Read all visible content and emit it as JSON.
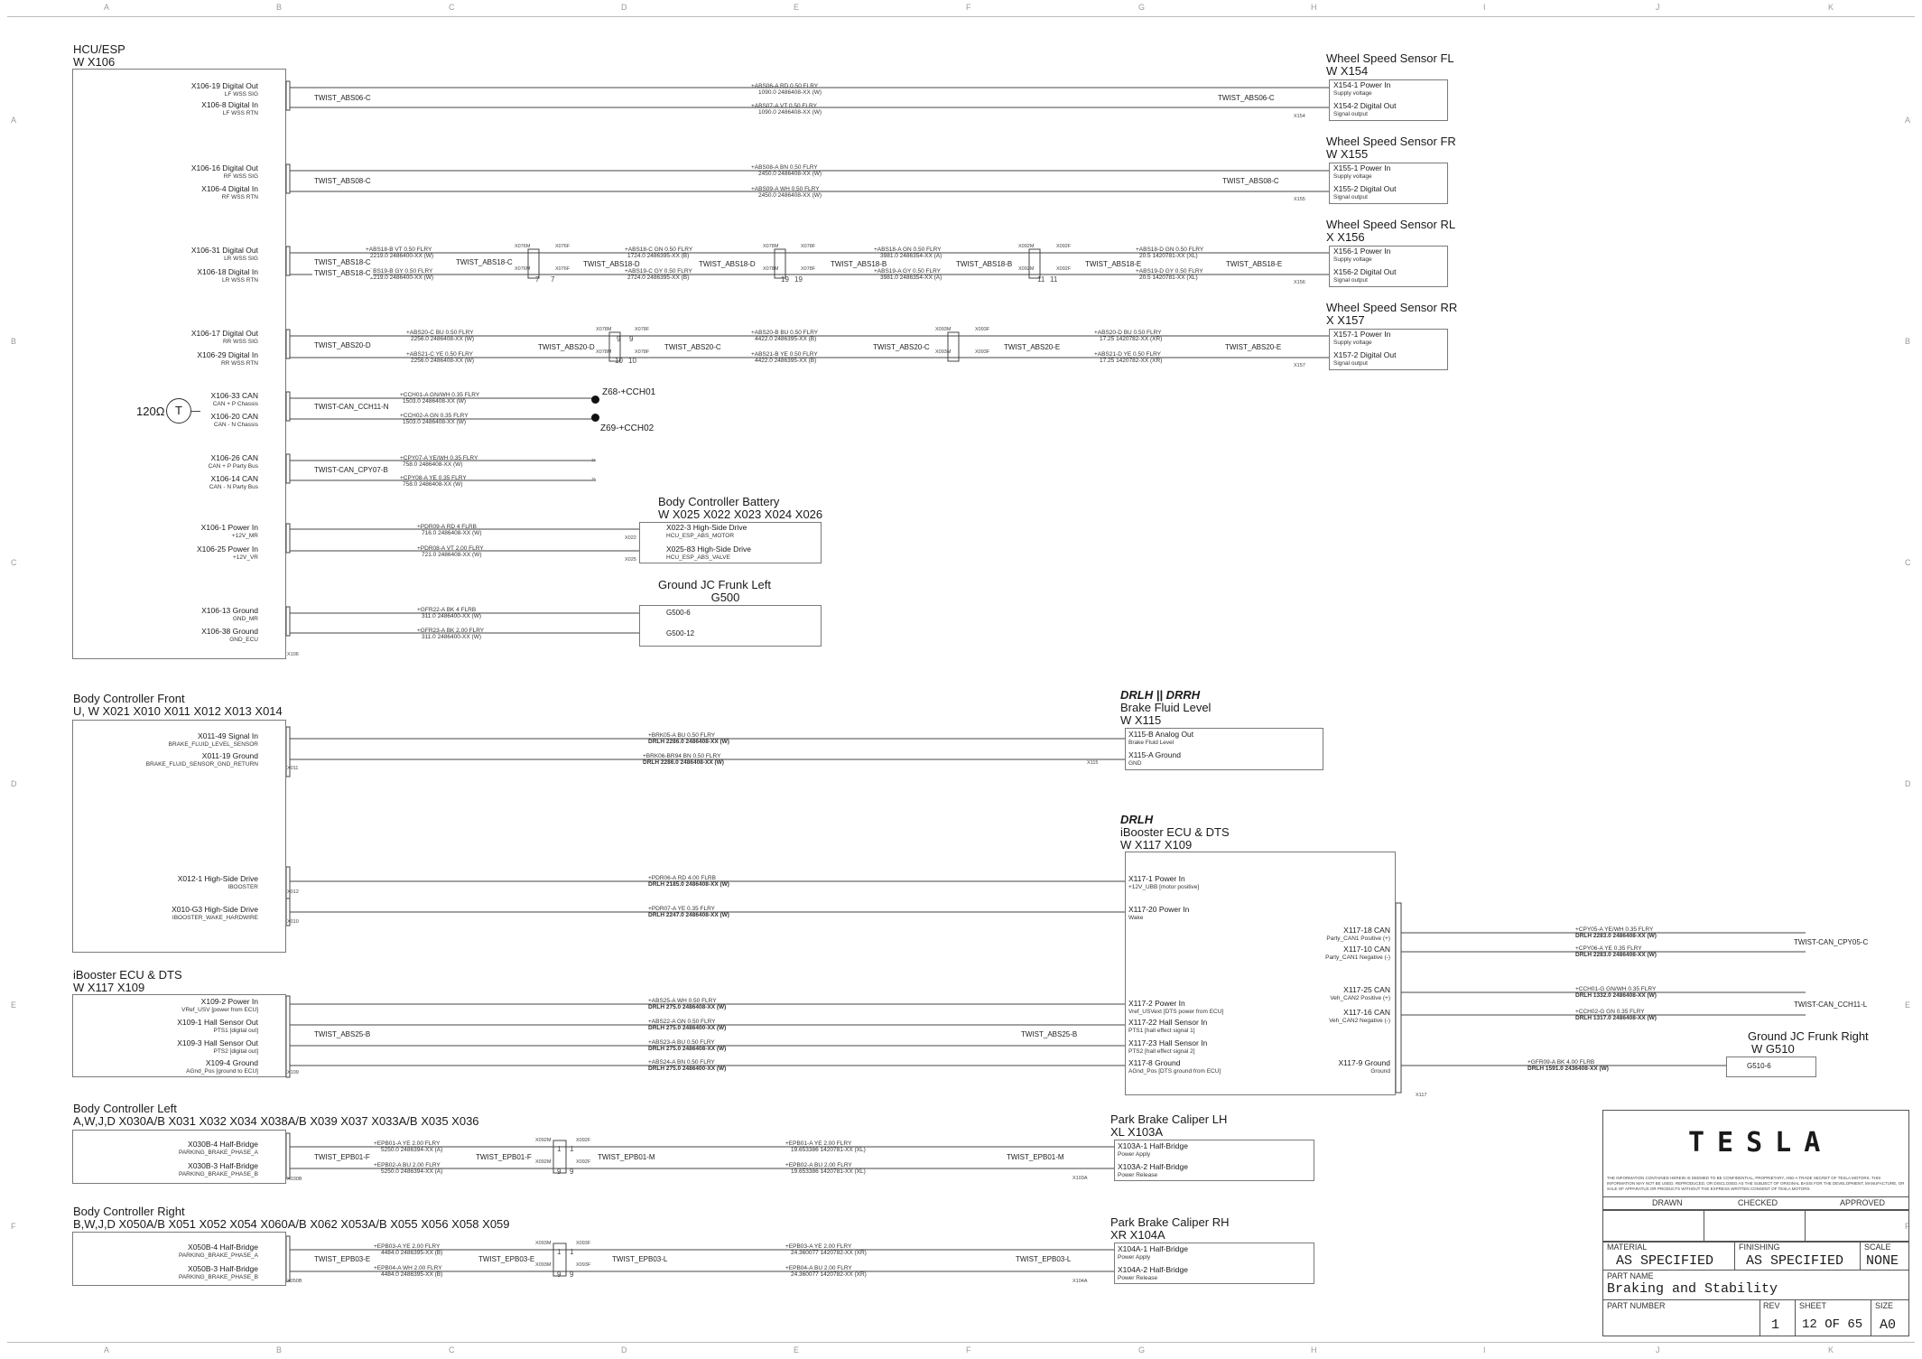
{
  "frame": {
    "grid_top": [
      "A",
      "B",
      "C",
      "D",
      "E",
      "F",
      "G",
      "H",
      "I",
      "J",
      "K"
    ],
    "grid_side": [
      "A",
      "B",
      "C",
      "D",
      "E",
      "F"
    ]
  },
  "hcu": {
    "title": "HCU/ESP",
    "conn": "W      X106",
    "terminator": "120Ω",
    "terminator_symbol": "T",
    "x106_label": "X106",
    "pins": [
      {
        "n": "X106-19 Digital Out",
        "s": "LF WSS SIG"
      },
      {
        "n": "X106-8 Digital In",
        "s": "LF WSS RTN"
      },
      {
        "n": "X106-16 Digital Out",
        "s": "RF WSS SIG"
      },
      {
        "n": "X106-4 Digital In",
        "s": "RF WSS RTN"
      },
      {
        "n": "X106-31 Digital Out",
        "s": "LR WSS SIG"
      },
      {
        "n": "X106-18 Digital In",
        "s": "LR WSS RTN"
      },
      {
        "n": "X106-17 Digital Out",
        "s": "RR WSS SIG"
      },
      {
        "n": "X106-29 Digital In",
        "s": "RR WSS RTN"
      },
      {
        "n": "X106-33 CAN",
        "s": "CAN + P Chassis"
      },
      {
        "n": "X106-20 CAN",
        "s": "CAN - N Chassis"
      },
      {
        "n": "X106-26 CAN",
        "s": "CAN + P Party Bus"
      },
      {
        "n": "X106-14 CAN",
        "s": "CAN - N Party Bus"
      },
      {
        "n": "X106-1 Power In",
        "s": "+12V_MR"
      },
      {
        "n": "X106-25 Power In",
        "s": "+12V_VR"
      },
      {
        "n": "X106-13 Ground",
        "s": "GND_MR"
      },
      {
        "n": "X106-38 Ground",
        "s": "GND_ECU"
      }
    ]
  },
  "wss": [
    {
      "title": "Wheel Speed Sensor FL",
      "conn": "W      X154",
      "p1": "X154-1 Power In",
      "s1": "Supply voltage",
      "p2": "X154-2 Digital Out",
      "s2": "Signal output",
      "cn": "X154"
    },
    {
      "title": "Wheel Speed Sensor FR",
      "conn": "W      X155",
      "p1": "X155-1 Power In",
      "s1": "Supply voltage",
      "p2": "X155-2 Digital Out",
      "s2": "Signal output",
      "cn": "X155"
    },
    {
      "title": "Wheel Speed Sensor RL",
      "conn": "X      X156",
      "p1": "X156-1 Power In",
      "s1": "Supply voltage",
      "p2": "X156-2 Digital Out",
      "s2": "Signal output",
      "cn": "X156"
    },
    {
      "title": "Wheel Speed Sensor RR",
      "conn": "X      X157",
      "p1": "X157-1 Power In",
      "s1": "Supply voltage",
      "p2": "X157-2 Digital Out",
      "s2": "Signal output",
      "cn": "X157"
    }
  ],
  "wires_top": {
    "fl": {
      "l1": "+ABS06-A   RD   0.50   FLRY",
      "l1b": "1090.0     2486408-XX (W)",
      "l2": "+ABS07-A   VT   0.50   FLRY",
      "l2b": "1090.0     2486408-XX (W)",
      "tw": "TWIST_ABS06-C"
    },
    "fr": {
      "l1": "+ABS08-A   BN   0.50   FLRY",
      "l1b": "2450.0     2486408-XX (W)",
      "l2": "+ABS09-A   WH   0.50   FLRY",
      "l2b": "2450.0     2486408-XX (W)",
      "tw": "TWIST_ABS08-C"
    },
    "rl": {
      "a1": "+ABS18-B   VT   0.50   FLRY",
      "a1b": "2219.0   2486400-XX (W)",
      "a2": "+ABS19-B   GY   0.50   FLRY",
      "a2b": "2219.0   2486400-XX (W)",
      "b1": "+ABS18-C   GN   0.50   FLRY",
      "b1b": "1724.0   2486395-XX (B)",
      "b2": "+ABS19-C   GY   0.50   FLRY",
      "b2b": "2724.0   2486395-XX (B)",
      "c1": "+ABS18-A   GN   0.50   FLRY",
      "c1b": "3981.0   2486354-XX (A)",
      "c2": "+ABS19-A   GY   0.50   FLRY",
      "c2b": "3981.0   2486354-XX (A)",
      "d1": "+ABS18-D   GN   0.50   FLRY",
      "d1b": "20.5   1420781-XX (XL)",
      "d2": "+ABS19-D   GY   0.50   FLRY",
      "d2b": "20.5   1420781-XX (XL)",
      "tw1": "TWIST_ABS18-C",
      "tw2": "TWIST_ABS18-C",
      "tw3": "TWIST_ABS18-D",
      "tw4": "TWIST_ABS18-D",
      "tw5": "TWIST_ABS18-B",
      "tw6": "TWIST_ABS18-B",
      "tw7": "TWIST_ABS18-E",
      "tw8": "TWIST_ABS18-E",
      "tw9": "TWIST_ABS18-C",
      "k1": "X076M",
      "k2": "X076F",
      "k3": "X078M",
      "k4": "X078F",
      "k5": "X092M",
      "k6": "X092F",
      "n1": "7",
      "n2": "19",
      "n3": "11"
    },
    "rr": {
      "a1": "+ABS20-C   BU   0.50   FLRY",
      "a1b": "2256.0   2486408-XX (W)",
      "a2": "+ABS21-C   YE   0.50   FLRY",
      "a2b": "2256.0   2486408-XX (W)",
      "b1": "+ABS20-B   BU   0.50   FLRY",
      "b1b": "4422.0   2486395-XX (B)",
      "b2": "+ABS21-B   YE   0.50   FLRY",
      "b2b": "4422.0   2486395-XX (B)",
      "d1": "+ABS20-D   BU   0.50   FLRY",
      "d1b": "17.25   1420782-XX (XR)",
      "d2": "+ABS21-D   YE   0.50   FLRY",
      "d2b": "17.25   1420782-XX (XR)",
      "tw1": "TWIST_ABS20-D",
      "tw2": "TWIST_ABS20-D",
      "tw3": "TWIST_ABS20-C",
      "tw4": "TWIST_ABS20-C",
      "tw5": "TWIST_ABS20-E",
      "tw6": "TWIST_ABS20-E",
      "k1": "X078M",
      "k2": "X078F",
      "k3": "X093M",
      "k4": "X093F",
      "n1": "9",
      "n2": "10",
      "n3": "10"
    },
    "can": {
      "l1": "+CCH01-A   GN/WH   0.35   FLRY",
      "l1b": "1503.0   2486408-XX (W)",
      "l2": "+CCH02-A   GN   0.35   FLRY",
      "l2b": "1503.0   2486408-XX (W)",
      "tw": "TWIST-CAN_CCH11-N",
      "z1": "Z68-+CCH01",
      "z2": "Z69-+CCH02"
    },
    "party": {
      "l1": "+CPY07-A   YE/WH   0.35   FLRY",
      "l1b": "758.0   2486408-XX (W)",
      "l2": "+CPY08-A   YE   0.35   FLRY",
      "l2b": "758.0   2486408-XX (W)",
      "tw": "TWIST-CAN_CPY07-B"
    },
    "power": {
      "l1": "+PDR09-A   RD   4   FLRB",
      "l1b": "716.0   2486408-XX (W)",
      "l2": "+PDR08-A   VT   2.00   FLRY",
      "l2b": "721.0   2486408-XX (W)",
      "k1": "X022",
      "k2": "X025"
    },
    "ground": {
      "l1": "+GFR22-A   BK   4   FLRB",
      "l1b": "311.0   2486400-XX (W)",
      "l2": "+GFR23-A   BK   2.00   FLRY",
      "l2b": "311.0   2486400-XX (W)"
    }
  },
  "bcb": {
    "title": "Body Controller Battery",
    "conn": "W    X025   X022   X023   X024   X026",
    "p1": "X022-3 High-Side Drive",
    "s1": "HCU_ESP_ABS_MOTOR",
    "p2": "X025-83 High-Side Drive",
    "s2": "HCU_ESP_ABS_VALVE"
  },
  "gjfl": {
    "title": "Ground JC Frunk Left",
    "conn": "G500",
    "p1": "G500-6",
    "p2": "G500-12"
  },
  "bcf": {
    "title": "Body Controller Front",
    "conn": "U, W        X021    X010   X011   X012   X013   X014",
    "pins": [
      {
        "n": "X011-49 Signal In",
        "s": "BRAKE_FLUID_LEVEL_SENSOR"
      },
      {
        "n": "X011-19 Ground",
        "s": "BRAKE_FLUID_SENSOR_GND_RETURN"
      },
      {
        "n": "X012-1 High-Side Drive",
        "s": "IBOOSTER"
      },
      {
        "n": "X010-G3 High-Side Drive",
        "s": "IBOOSTER_WAKE_HARDWIRE"
      }
    ],
    "k1": "X011",
    "k2": "X012",
    "k3": "X010",
    "w1": "+BRK05-A   BU   0.50   FLRY",
    "w1b": "DRLH   2286.0   2486408-XX (W)",
    "w2": "+BRK06-BR94   BN   0.50   FLRY",
    "w2b": "DRLH   2286.0   2486408-XX (W)",
    "w3": "+PDR06-A   RD   4.00   FLRB",
    "w3b": "DRLH   2185.0   2486408-XX (W)",
    "w4": "+PDR07-A   YE   0.35   FLRY",
    "w4b": "DRLH   2247.0   2486408-XX (W)"
  },
  "bfl": {
    "tag": "DRLH || DRRH",
    "title": "Brake Fluid Level",
    "conn": "W      X115",
    "p1": "X115-B Analog Out",
    "s1": "Brake Fluid Level",
    "p2": "X115-A Ground",
    "s2": "GND",
    "cn": "X115"
  },
  "ibdts": {
    "tag": "DRLH",
    "title": "iBooster ECU & DTS",
    "conn": "W       X117       X109",
    "pins": [
      {
        "n": "X117-1 Power In",
        "s": "+12V_UBB [motor positive]"
      },
      {
        "n": "X117-20 Power In",
        "s": "Wake"
      },
      {
        "n": "X117-2 Power In",
        "s": "Vref_USVext [DTS power from ECU]"
      },
      {
        "n": "X117-22 Hall Sensor In",
        "s": "PTS1 [hall effect signal 1]"
      },
      {
        "n": "X117-23 Hall Sensor In",
        "s": "PTS2 [hall effect signal 2]"
      },
      {
        "n": "X117-8 Ground",
        "s": "AGnd_Pos [DTS ground from ECU]"
      }
    ],
    "rpins": [
      {
        "n": "X117-18 CAN",
        "s": "Party_CAN1 Positive (+)"
      },
      {
        "n": "X117-10 CAN",
        "s": "Party_CAN1 Negative (-)"
      },
      {
        "n": "X117-25 CAN",
        "s": "Veh_CAN2 Positive (+)"
      },
      {
        "n": "X117-16 CAN",
        "s": "Veh_CAN2 Negative (-)"
      },
      {
        "n": "X117-9 Ground",
        "s": "Ground"
      }
    ],
    "cn": "X117",
    "r1": "+CPY05-A   YE/WH   0.35   FLRY",
    "r1b": "DRLH   2283.0   2486408-XX (W)",
    "r2": "+CPY06-A   YE   0.35   FLRY",
    "r2b": "DRLH   2283.0   2486408-XX (W)",
    "r3": "+CCH01-G   GN/WH   0.35   FLRY",
    "r3b": "DRLH   1332.0   2486408-XX (W)",
    "r4": "+CCH02-G   GN   0.35   FLRY",
    "r4b": "DRLH   1317.0   2486408-XX (W)",
    "r5": "+GFR09-A   BK   4.00   FLRB",
    "r5b": "DRLH   1591.0   2436408-XX (W)",
    "tw1": "TWIST-CAN_CPY05-C",
    "tw2": "TWIST-CAN_CCH11-L"
  },
  "gjfr": {
    "title": "Ground JC Frunk Right",
    "conn": "W   G510",
    "p1": "G510-6"
  },
  "iblt": {
    "title": "iBooster ECU & DTS",
    "conn": "W        X117   X109",
    "pins": [
      {
        "n": "X109-2 Power In",
        "s": "VRef_USV [power from ECU]"
      },
      {
        "n": "X109-1 Hall Sensor Out",
        "s": "PTS1 [digital out]"
      },
      {
        "n": "X109-3 Hall Sensor Out",
        "s": "PTS2 [digital out]"
      },
      {
        "n": "X109-4 Ground",
        "s": "AGnd_Pos [ground to ECU]"
      }
    ],
    "k": "X109",
    "w1": "+ABS25-A   WH   0.50   FLRY",
    "w1b": "DRLH   275.0   2486408-XX (W)",
    "w2": "+ABS22-A   GN   0.50   FLRY",
    "w2b": "DRLH   275.0   2486400-XX (W)",
    "w3": "+ABS23-A   BU   0.50   FLRY",
    "w3b": "DRLH   275.0   2486408-XX (W)",
    "w4": "+ABS24-A   BN   0.50   FLRY",
    "w4b": "DRLH   275.0   2486400-XX (W)",
    "tw1": "TWIST_ABS25-B",
    "tw2": "TWIST_ABS25-B"
  },
  "bcl": {
    "title": "Body Controller Left",
    "conn": "A,W,J,D     X030A/B   X031   X032   X034   X038A/B   X039   X037   X033A/B   X035   X036",
    "pins": [
      {
        "n": "X030B-4 Half-Bridge",
        "s": "PARKING_BRAKE_PHASE_A"
      },
      {
        "n": "X030B-3 Half-Bridge",
        "s": "PARKING_BRAKE_PHASE_B"
      }
    ],
    "k": "X030B",
    "w1": "+EPB01-A   YE   2.00   FLRY",
    "w1b": "5250.0   2486394-XX (A)",
    "w2": "+EPB02-A   BU   2.00   FLRY",
    "w2b": "5250.0   2486394-XX (A)",
    "w3": "+EPB01-A   YE   2.00   FLRY",
    "w3b": "19.653386   1420781-XX (XL)",
    "w4": "+EPB02-A   BU   2.00   FLRY",
    "w4b": "19.653386   1420781-XX (XL)",
    "tw1": "TWIST_EPB01-F",
    "tw2": "TWIST_EPB01-F",
    "tw3": "TWIST_EPB01-M",
    "tw4": "TWIST_EPB01-M",
    "k1": "X092M",
    "k2": "X092F",
    "n1": "1",
    "n2": "9"
  },
  "pblh": {
    "title": "Park Brake Caliper LH",
    "conn": "XL      X103A",
    "p1": "X103A-1 Half-Bridge",
    "s1": "Power Apply",
    "p2": "X103A-2 Half-Bridge",
    "s2": "Power Release",
    "cn": "X103A"
  },
  "bcr": {
    "title": "Body Controller Right",
    "conn": "B,W,J,D     X050A/B   X051   X052   X054   X060A/B   X062   X053A/B   X055   X056   X058   X059",
    "pins": [
      {
        "n": "X050B-4 Half-Bridge",
        "s": "PARKING_BRAKE_PHASE_A"
      },
      {
        "n": "X050B-3 Half-Bridge",
        "s": "PARKING_BRAKE_PHASE_B"
      }
    ],
    "k": "X050B",
    "w1": "+EPB03-A   YE   2.00   FLRY",
    "w1b": "4484.0   2486395-XX (B)",
    "w2": "+EPB04-A   WH   2.00   FLRY",
    "w2b": "4484.0   2486395-XX (B)",
    "w3": "+EPB03-A   YE   2.00   FLRY",
    "w3b": "24.360077   1420782-XX (XR)",
    "w4": "+EPB04-A   BU   2.00   FLRY",
    "w4b": "24.360077   1420782-XX (XR)",
    "tw1": "TWIST_EPB03-E",
    "tw2": "TWIST_EPB03-E",
    "tw3": "TWIST_EPB03-L",
    "tw4": "TWIST_EPB03-L",
    "k1": "X093M",
    "k2": "X093F",
    "n1": "1",
    "n2": "9"
  },
  "pbrh": {
    "title": "Park Brake Caliper RH",
    "conn": "XR      X104A",
    "p1": "X104A-1 Half-Bridge",
    "s1": "Power Apply",
    "p2": "X104A-2 Half-Bridge",
    "s2": "Power Release",
    "cn": "X104A"
  },
  "titleblock": {
    "logo": "TESLA",
    "notice": "THE INFORMATION CONTAINED HEREIN IS DEEMED TO BE CONFIDENTIAL, PROPRIETARY, AND A TRADE SECRET OF TESLA MOTORS. THIS INFORMATION MAY NOT BE USED, REPRODUCED, OR DISCLOSED AS THE SUBJECT OF ORIGINAL BASIS FOR THE DEVELOPMENT, MANUFACTURE, OR SALE OF APPARATUS OR PRODUCTS WITHOUT THE EXPRESS WRITTEN CONSENT OF TESLA MOTORS.",
    "drawn": "DRAWN",
    "checked": "CHECKED",
    "approved": "APPROVED",
    "material_label": "MATERIAL",
    "material": "AS SPECIFIED",
    "finishing_label": "FINISHING",
    "finishing": "AS SPECIFIED",
    "scale_label": "SCALE",
    "scale": "NONE",
    "partname_label": "PART NAME",
    "partname": "Braking and Stability",
    "partnumber_label": "PART NUMBER",
    "rev_label": "REV",
    "rev": "1",
    "sheet_label": "SHEET",
    "sheet": "12 OF 65",
    "size_label": "SIZE",
    "size": "A0"
  }
}
